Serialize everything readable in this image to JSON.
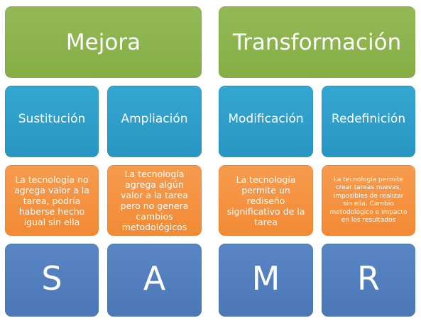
{
  "groups": [
    {
      "title": "Mejora",
      "columns": [
        {
          "name": "Sustitución",
          "description": "La tecnología no agrega valor a la tarea, podría haberse hecho igual sin ella",
          "letter": "S"
        },
        {
          "name": "Ampliación",
          "description": "La tecnología agrega algún valor a la tarea pero no genera cambios metodológicos",
          "letter": "A"
        }
      ]
    },
    {
      "title": "Transformación",
      "columns": [
        {
          "name": "Modificación",
          "description": "La tecnología permite un rediseño significativo de la tarea",
          "letter": "M"
        },
        {
          "name": "Redefinición",
          "description": "La tecnología permite crear tareas nuevas, imposibles de realizar sin ella. Cambio metodológico e impacto en los resultados",
          "letter": "R"
        }
      ]
    }
  ],
  "colors": {
    "header": "#8bb24d",
    "level": "#2f9fcb",
    "description": "#f5913e",
    "letter": "#5480c0"
  }
}
